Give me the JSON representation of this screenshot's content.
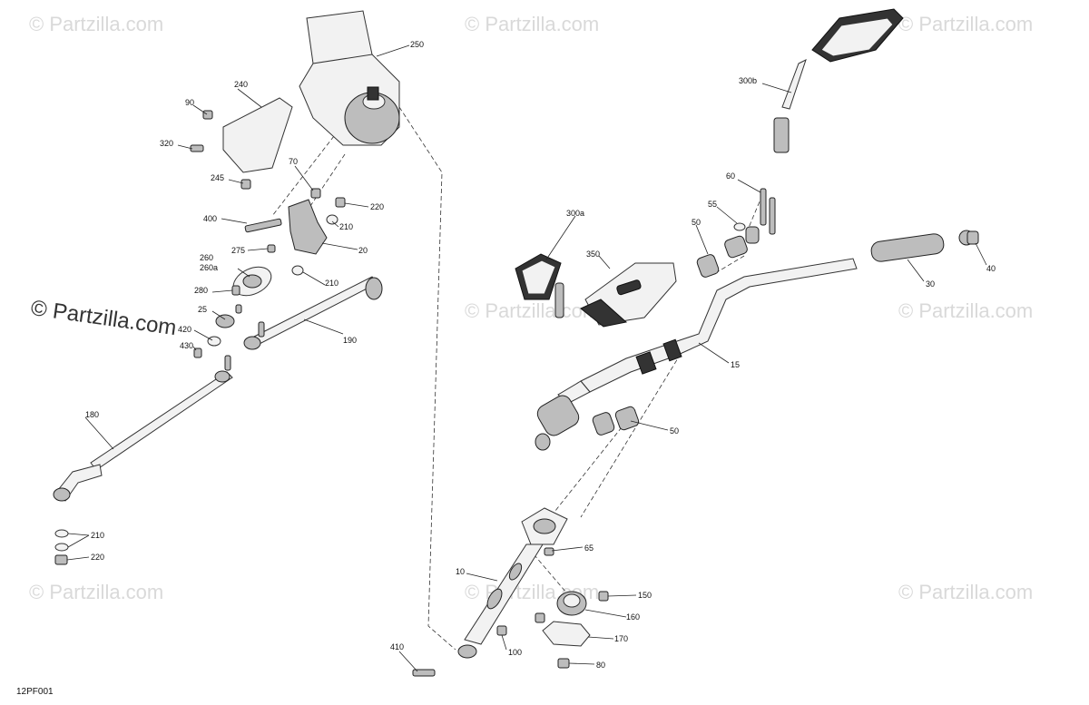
{
  "watermark": "© Partzilla.com",
  "watermark_big": "© Partzilla.com",
  "diagram_code": "12PF001",
  "callouts": [
    "250",
    "240",
    "90",
    "320",
    "245",
    "70",
    "220",
    "400",
    "210",
    "20",
    "275",
    "260",
    "260a",
    "280",
    "210",
    "25",
    "420",
    "430",
    "190",
    "180",
    "210",
    "220",
    "300b",
    "60",
    "55",
    "50",
    "300a",
    "350",
    "40",
    "30",
    "15",
    "50",
    "65",
    "10",
    "150",
    "160",
    "100",
    "170",
    "410",
    "80"
  ]
}
